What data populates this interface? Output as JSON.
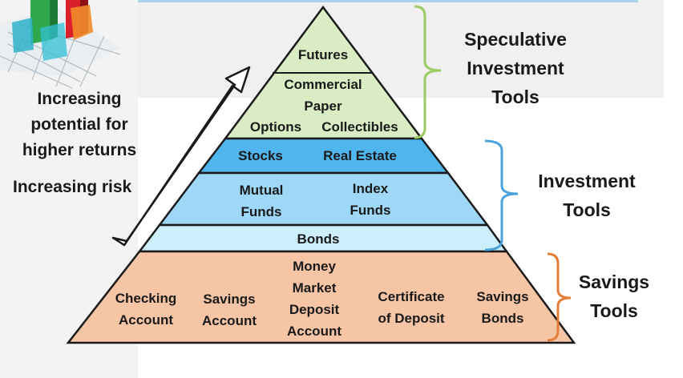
{
  "left_labels": {
    "returns_lines": [
      "Increasing",
      "potential for",
      "higher returns"
    ],
    "risk": "Increasing risk"
  },
  "pyramid": {
    "speculative": {
      "futures": "Futures",
      "commercial_paper": [
        "Commercial",
        "Paper"
      ],
      "options": "Options",
      "collectibles": "Collectibles",
      "fill": "#d9ecc4"
    },
    "investment": {
      "stocks": "Stocks",
      "real_estate": "Real Estate",
      "mutual_funds": [
        "Mutual",
        "Funds"
      ],
      "index_funds": [
        "Index",
        "Funds"
      ],
      "bonds": "Bonds",
      "fills": [
        "#4fb5ec",
        "#9fd8f7",
        "#cdeefb"
      ]
    },
    "savings": {
      "checking": [
        "Checking",
        "Account"
      ],
      "savings_account": [
        "Savings",
        "Account"
      ],
      "money_market": [
        "Money",
        "Market",
        "Deposit",
        "Account"
      ],
      "certificate": [
        "Certificate",
        "of Deposit"
      ],
      "savings_bonds": [
        "Savings",
        "Bonds"
      ],
      "fill": "#f6c5a6"
    }
  },
  "braces": {
    "speculative": {
      "lines": [
        "Speculative",
        "Investment",
        "Tools"
      ],
      "color": "#9ccb63"
    },
    "investment": {
      "lines": [
        "Investment",
        "Tools"
      ],
      "color": "#4aa3dc"
    },
    "savings": {
      "lines": [
        "Savings",
        "Tools"
      ],
      "color": "#e27d3a"
    }
  }
}
